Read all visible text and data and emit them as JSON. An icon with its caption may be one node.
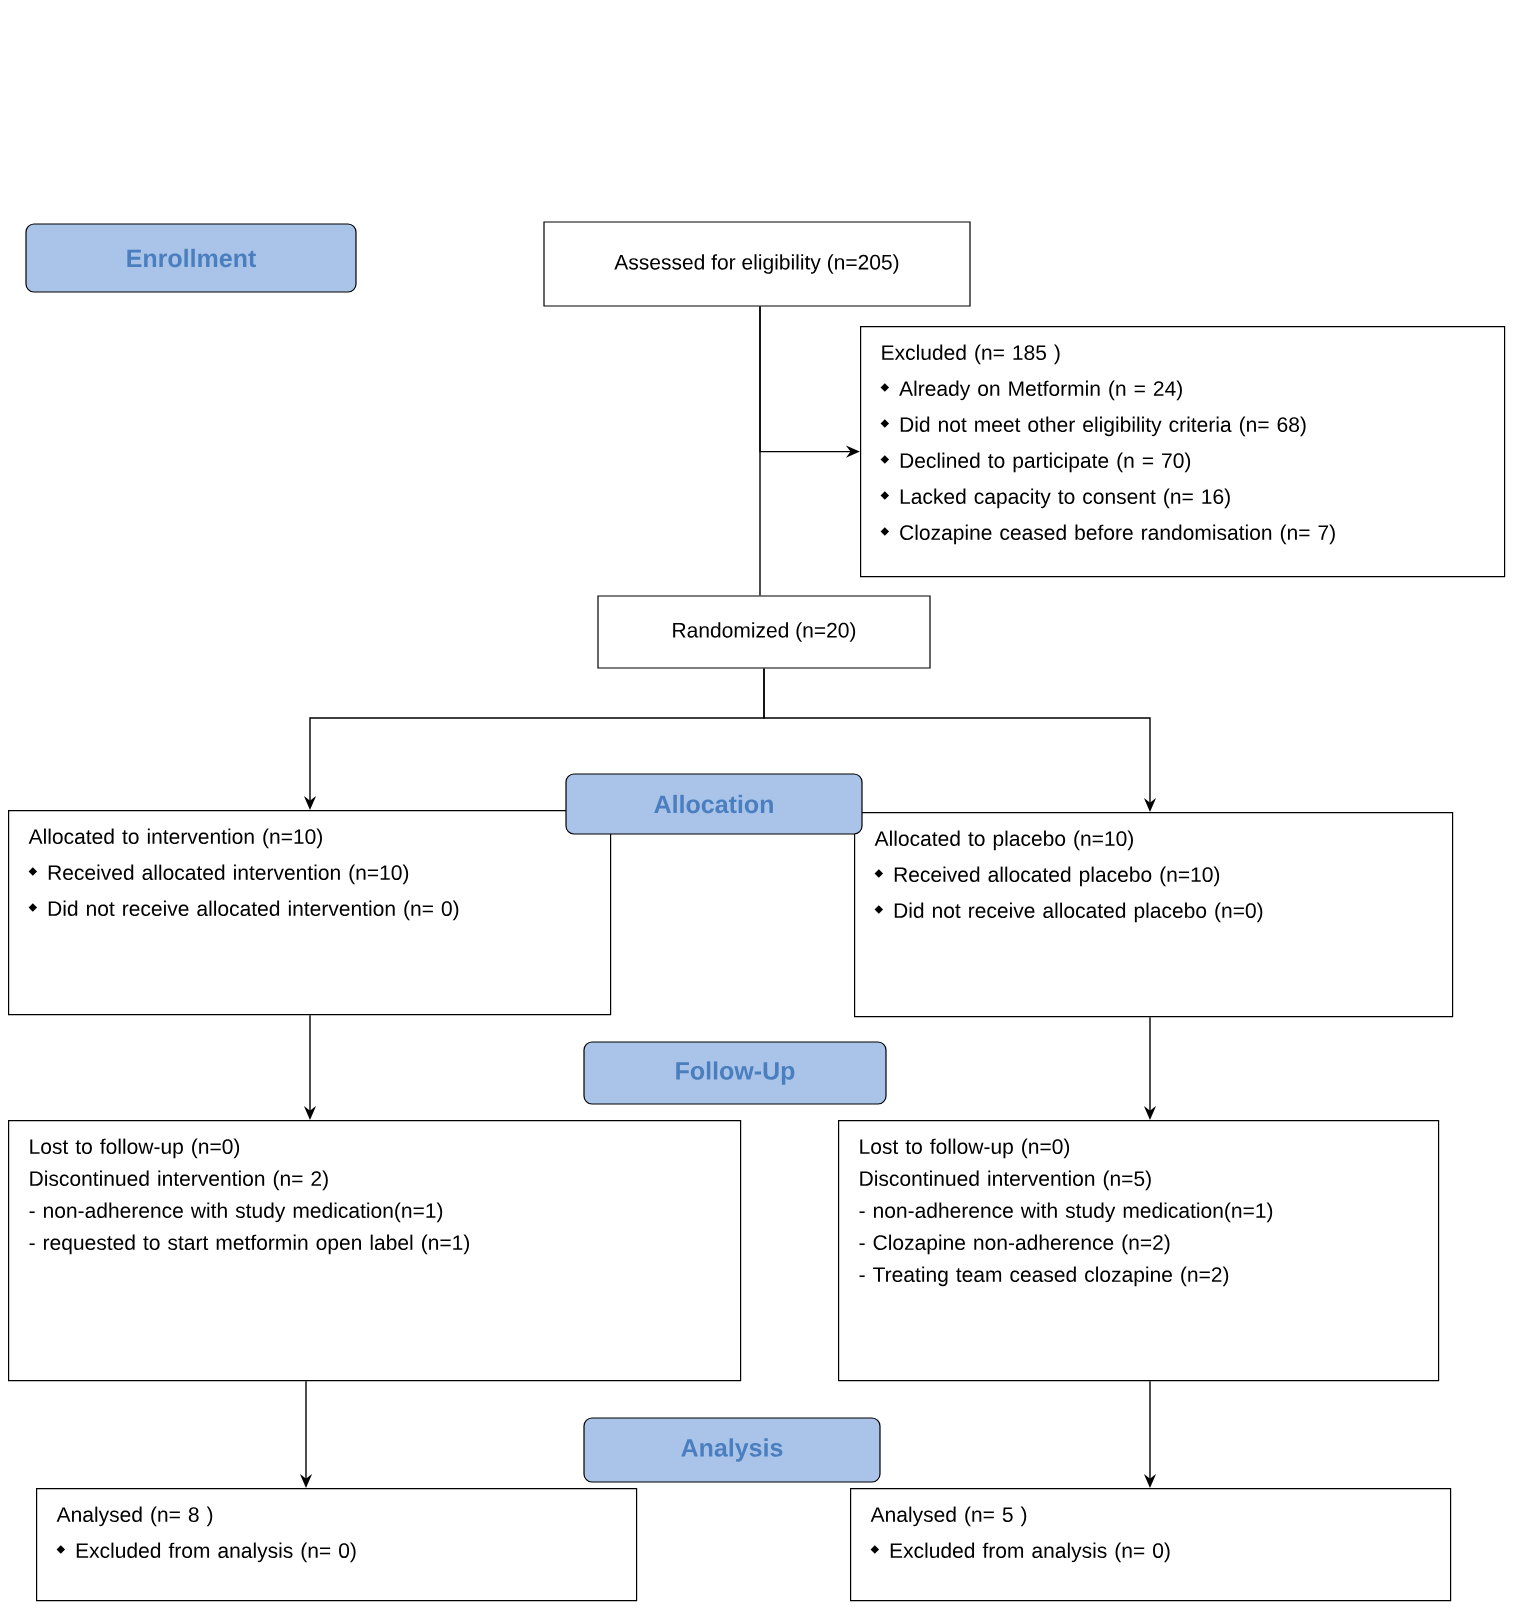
{
  "diagram": {
    "nodes": [
      {
        "text": [
          "Enrollment"
        ]
      },
      {
        "text": [
          "Assessed for eligibility (n=205)"
        ]
      },
      {
        "text": [
          "Excluded (n= 185 )",
          "Already on Metformin (n = 24)",
          "Did not meet other eligibility criteria (n= 68)",
          "Declined to participate (n = 70)",
          "Lacked capacity to consent (n= 16)",
          "Clozapine ceased before randomisation (n= 7)"
        ]
      },
      {
        "text": [
          "Randomized (n=20)"
        ]
      },
      {
        "text": [
          "Allocation"
        ]
      },
      {
        "text": [
          "Allocated to intervention (n=10)",
          "Received allocated intervention (n=10)",
          "Did not receive allocated intervention (n= 0)"
        ]
      },
      {
        "text": [
          "Allocated to placebo (n=10)",
          "Received allocated placebo (n=10)",
          "Did not receive allocated placebo (n=0)"
        ]
      },
      {
        "text": [
          "Follow-Up"
        ]
      },
      {
        "text": [
          "Lost to follow-up (n=0)",
          "Discontinued intervention (n= 2)",
          "- non-adherence with study medication(n=1)",
          "- requested to start metformin open label (n=1)"
        ]
      },
      {
        "text": [
          "Lost to follow-up (n=0)",
          "Discontinued intervention (n=5)",
          "- non-adherence with study medication(n=1)",
          "- Clozapine non-adherence (n=2)",
          "- Treating team ceased clozapine (n=2)"
        ]
      },
      {
        "text": [
          "Analysis"
        ]
      },
      {
        "text": [
          "Analysed (n= 8 )",
          "Excluded from analysis (n= 0)"
        ]
      },
      {
        "text": [
          "Analysed (n= 5 )",
          "Excluded from analysis (n= 0)"
        ]
      }
    ],
    "edges": [
      {
        "from": 1,
        "to": 3,
        "arrow": "none"
      },
      {
        "from": 1,
        "to": 2,
        "arrow": "to"
      },
      {
        "from": 3,
        "to": 5,
        "arrow": "to"
      },
      {
        "from": 3,
        "to": 6,
        "arrow": "to"
      },
      {
        "from": 5,
        "to": 8,
        "arrow": "to"
      },
      {
        "from": 6,
        "to": 9,
        "arrow": "to"
      },
      {
        "from": 8,
        "to": 11,
        "arrow": "to"
      },
      {
        "from": 9,
        "to": 12,
        "arrow": "to"
      }
    ]
  }
}
